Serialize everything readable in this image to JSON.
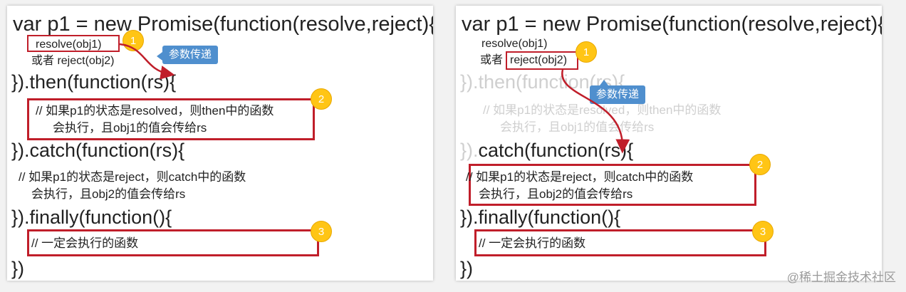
{
  "code": {
    "line1": "var p1 = new Promise(function(resolve,reject){",
    "resolve": "resolve(obj1)",
    "or": "或者",
    "reject": "reject(obj2)",
    "or_reject_full": "或者 reject(obj2)",
    "then": "}).then(function(rs){",
    "then_prefix": "}).",
    "then_rest": "then(function(rs){",
    "then_comment1": "// 如果p1的状态是resolved，则then中的函数",
    "then_comment2": "会执行，且obj1的值会传给rs",
    "catch": "}).catch(function(rs){",
    "catch_prefix": "}).",
    "catch_rest": "catch(function(rs){",
    "catch_comment1": "// 如果p1的状态是reject，则catch中的函数",
    "catch_comment2": "会执行，且obj2的值会传给rs",
    "finally": "}).finally(function(){",
    "finally_comment": "// 一定会执行的函数",
    "close": "})"
  },
  "callout": "参数传递",
  "badges": [
    "1",
    "2",
    "3"
  ],
  "watermark": "@稀土掘金技术社区",
  "colors": {
    "box": "#c01e2a",
    "badge": "#ffc515",
    "callout": "#4f8fce"
  }
}
